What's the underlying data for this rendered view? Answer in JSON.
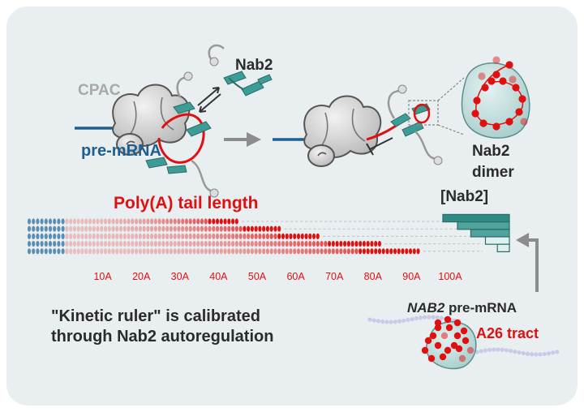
{
  "labels": {
    "cpac": "CPAC",
    "pre_mrna": "pre-mRNA",
    "nab2": "Nab2",
    "nab2_dimer_line1": "Nab2",
    "nab2_dimer_line2": "dimer",
    "polya_title": "Poly(A) tail length",
    "nab2_conc": "[Nab2]",
    "caption_line1": "\"Kinetic ruler\" is calibrated",
    "caption_line2": "through Nab2 autoregulation",
    "nab2_gene": "NAB2",
    "nab2_pre_mrna_suffix": " pre-mRNA",
    "a26_tract": "A26 tract"
  },
  "ruler": {
    "ticks": [
      "10A",
      "20A",
      "30A",
      "40A",
      "50A",
      "60A",
      "70A",
      "80A",
      "90A",
      "100A"
    ],
    "rows": [
      {
        "tail_length_A": 45,
        "nab2_level": 1.0
      },
      {
        "tail_length_A": 56,
        "nab2_level": 0.78
      },
      {
        "tail_length_A": 66,
        "nab2_level": 0.58
      },
      {
        "tail_length_A": 82,
        "nab2_level": 0.36
      },
      {
        "tail_length_A": 92,
        "nab2_level": 0.18
      }
    ]
  },
  "colors": {
    "background": "#e9eef0",
    "rna_blue": "#1f5f8f",
    "polya_red": "#e01010",
    "nab2_teal": "#3d9c95",
    "cpac_grey": "#bfbfbf",
    "bar_teal": "#2f8a83"
  },
  "icons": [
    "arrow-right-icon",
    "equilibrium-arrows-icon",
    "inhibition-icon",
    "arrow-up-icon"
  ]
}
